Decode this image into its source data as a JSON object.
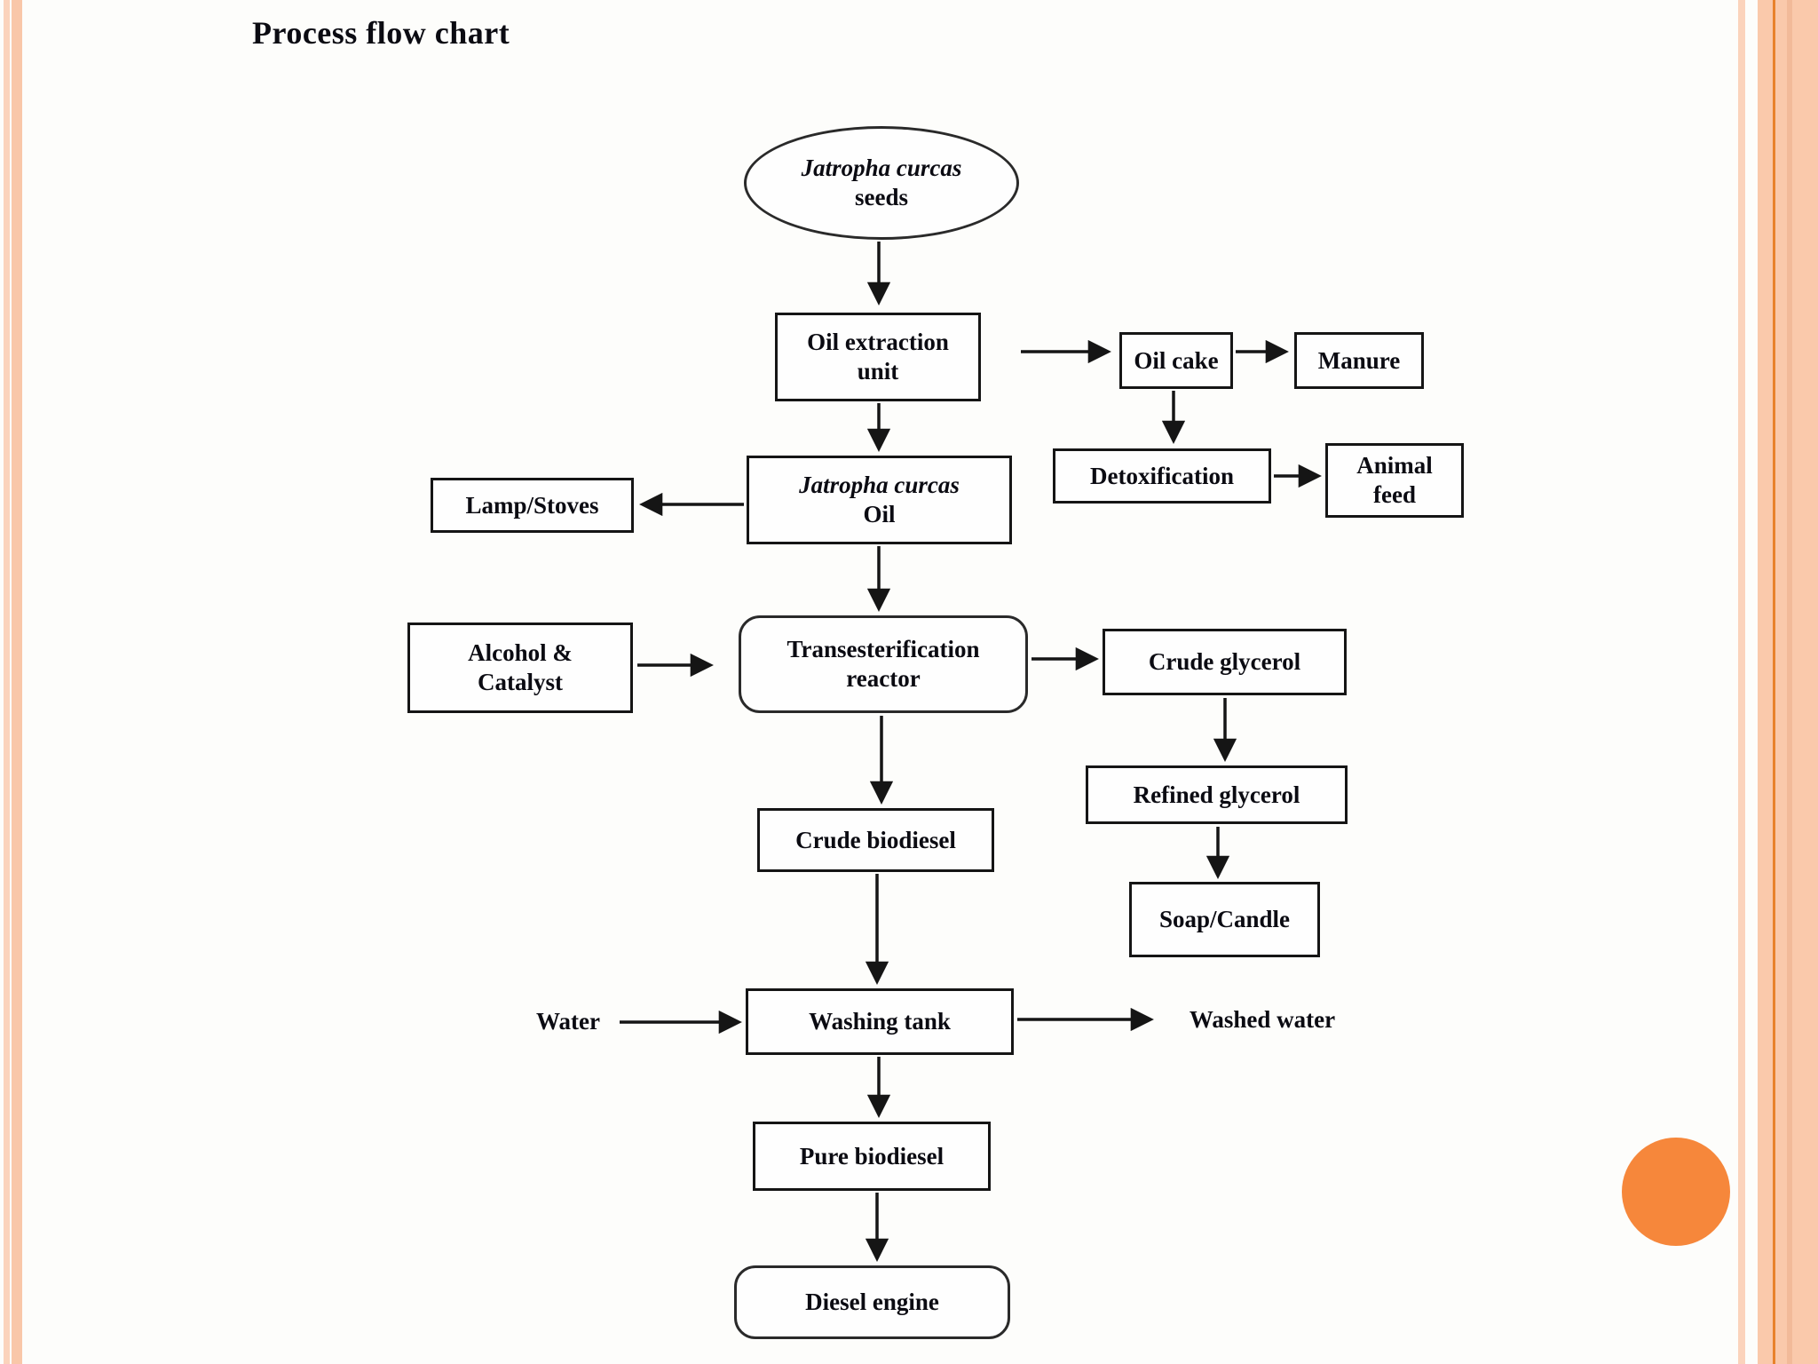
{
  "slide": {
    "title": "Process flow chart"
  },
  "colors": {
    "stripe_peach": "#f9c7a9",
    "stripe_light_peach": "#fbd3bc",
    "accent_orange_line": "#e8822c",
    "accent_circle_orange": "#f6873b",
    "diagram_ink": "#151515",
    "background": "#fdfdfb"
  },
  "nodes": {
    "seeds": {
      "line1": "Jatropha curcas",
      "line2": "seeds"
    },
    "oil_extraction": {
      "line1": "Oil extraction",
      "line2": "unit"
    },
    "oil_cake": {
      "label": "Oil cake"
    },
    "manure": {
      "label": "Manure"
    },
    "detoxification": {
      "label": "Detoxification"
    },
    "animal_feed": {
      "line1": "Animal",
      "line2": "feed"
    },
    "jatropha_oil": {
      "line1": "Jatropha curcas",
      "line2": "Oil"
    },
    "lamp_stoves": {
      "label": "Lamp/Stoves"
    },
    "alcohol_catalyst": {
      "line1": "Alcohol &",
      "line2": "Catalyst"
    },
    "reactor": {
      "line1": "Transesterification",
      "line2": "reactor"
    },
    "crude_glycerol": {
      "label": "Crude glycerol"
    },
    "refined_glycerol": {
      "label": "Refined glycerol"
    },
    "soap_candle": {
      "label": "Soap/Candle"
    },
    "crude_biodiesel": {
      "label": "Crude biodiesel"
    },
    "washing_tank": {
      "label": "Washing tank"
    },
    "water": {
      "label": "Water"
    },
    "washed_water": {
      "label": "Washed water"
    },
    "pure_biodiesel": {
      "label": "Pure biodiesel"
    },
    "diesel_engine": {
      "label": "Diesel engine"
    }
  },
  "edges": [
    {
      "from": "jatropha-seeds",
      "to": "oil-extraction-unit"
    },
    {
      "from": "oil-extraction-unit",
      "to": "oil-cake"
    },
    {
      "from": "oil-cake",
      "to": "manure"
    },
    {
      "from": "oil-cake",
      "to": "detoxification"
    },
    {
      "from": "detoxification",
      "to": "animal-feed"
    },
    {
      "from": "oil-extraction-unit",
      "to": "jatropha-oil"
    },
    {
      "from": "jatropha-oil",
      "to": "lamp-stoves"
    },
    {
      "from": "jatropha-oil",
      "to": "transesterification-reactor"
    },
    {
      "from": "alcohol-catalyst",
      "to": "transesterification-reactor"
    },
    {
      "from": "transesterification-reactor",
      "to": "crude-glycerol"
    },
    {
      "from": "crude-glycerol",
      "to": "refined-glycerol"
    },
    {
      "from": "refined-glycerol",
      "to": "soap-candle"
    },
    {
      "from": "transesterification-reactor",
      "to": "crude-biodiesel"
    },
    {
      "from": "crude-biodiesel",
      "to": "washing-tank"
    },
    {
      "from": "water",
      "to": "washing-tank"
    },
    {
      "from": "washing-tank",
      "to": "washed-water"
    },
    {
      "from": "washing-tank",
      "to": "pure-biodiesel"
    },
    {
      "from": "pure-biodiesel",
      "to": "diesel-engine"
    }
  ]
}
